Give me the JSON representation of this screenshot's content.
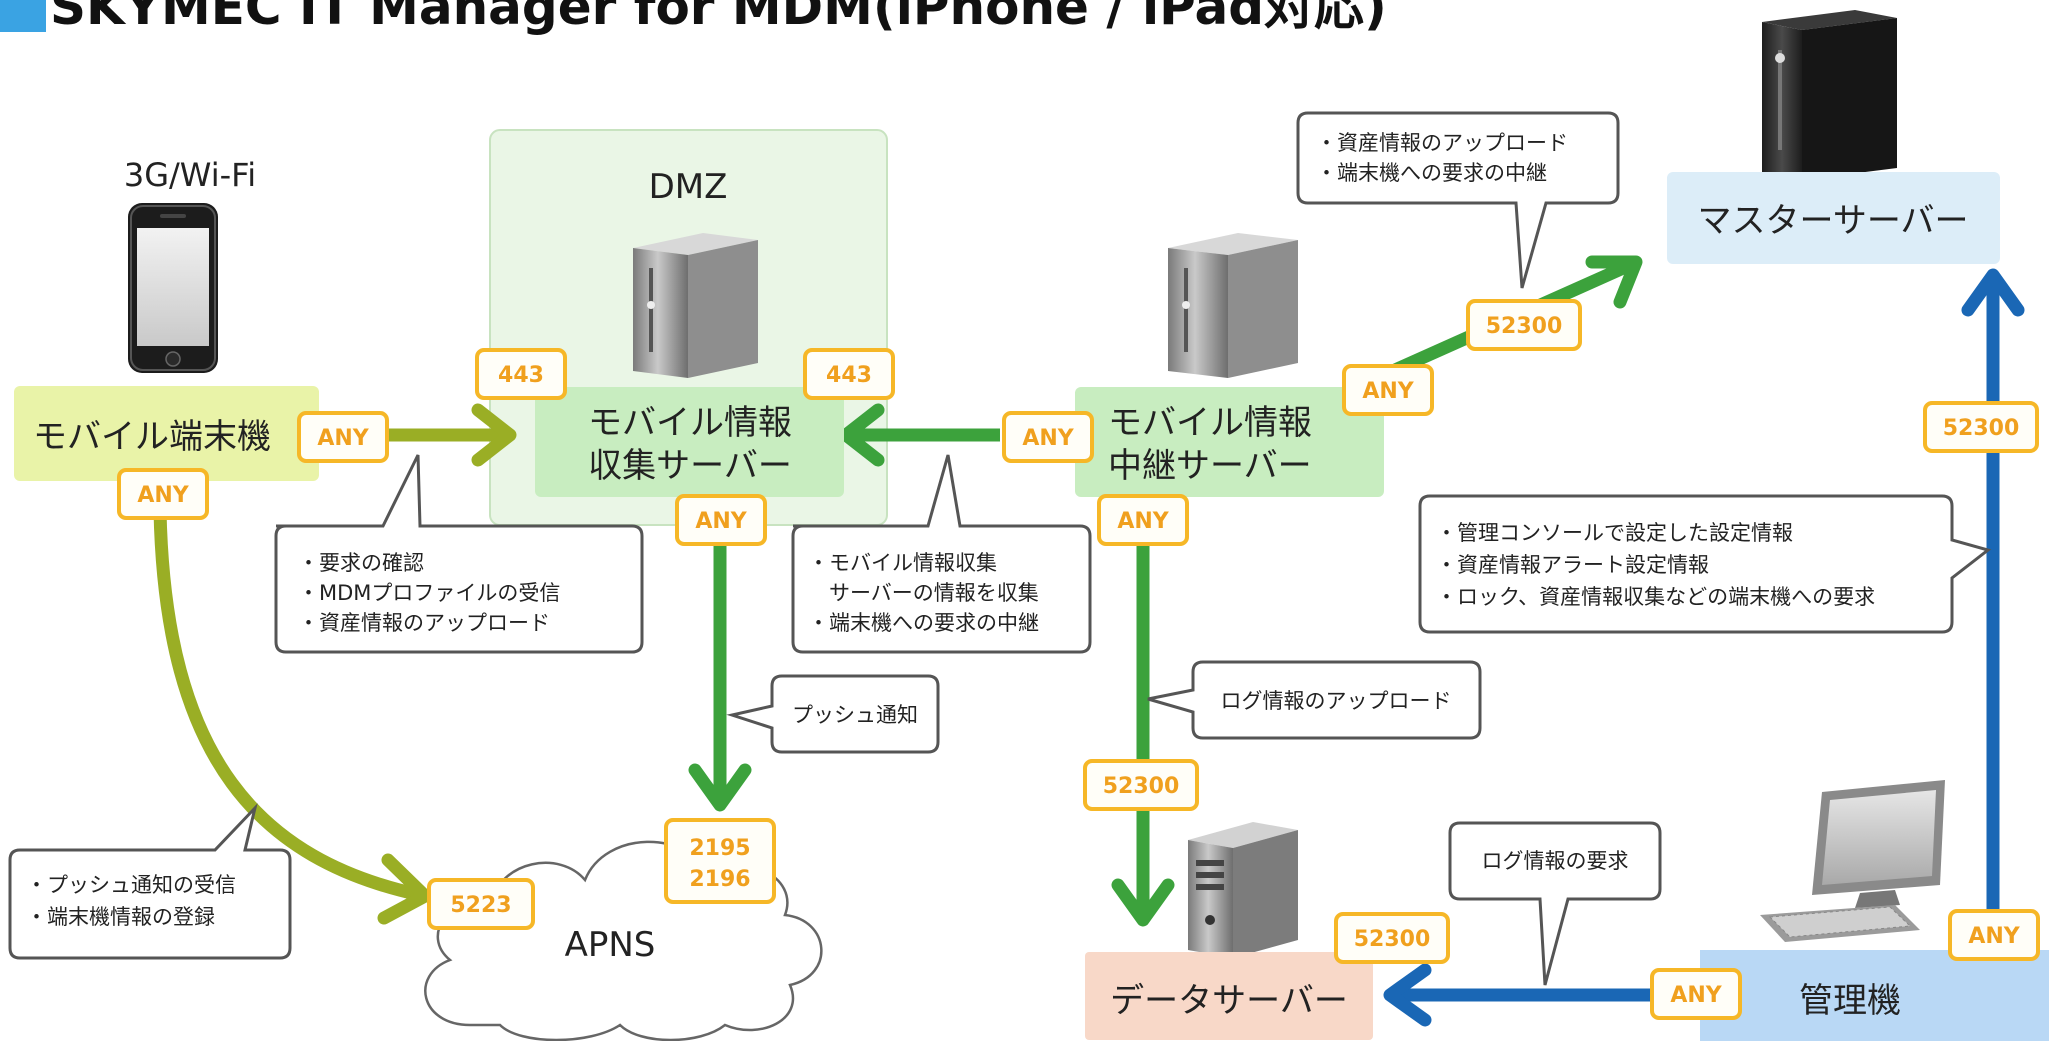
{
  "title": "SKYMEC IT Manager for MDM(iPhone / iPad対応)",
  "colors": {
    "title_square": "#3aa3e3",
    "olive_arrow": "#9aae25",
    "green_arrow": "#3ca23c",
    "blue_arrow": "#1a67b5",
    "port_border": "#f6b727",
    "port_text": "#f0a01e",
    "mobile_box": "#e9f3a8",
    "green_box": "#c8edc0",
    "dmz_bg": "#eaf6e6",
    "master_box": "#dcedf8",
    "data_box": "#f8d8c8",
    "admin_box": "#b9d8f5"
  },
  "nodes": {
    "network_label": "3G/Wi-Fi",
    "dmz_label": "DMZ",
    "mobile_terminal": "モバイル端末機",
    "collection_server": [
      "モバイル情報",
      "収集サーバー"
    ],
    "relay_server": [
      "モバイル情報",
      "中継サーバー"
    ],
    "master_server": "マスターサーバー",
    "apns": "APNS",
    "data_server": "データサーバー",
    "admin_pc": "管理機"
  },
  "ports": {
    "mobile_any_right": "ANY",
    "mobile_any_down": "ANY",
    "collect_443_left": "443",
    "collect_443_right": "443",
    "collect_any_down": "ANY",
    "relay_any_left": "ANY",
    "relay_any_up": "ANY",
    "relay_any_down": "ANY",
    "master_52300_diag": "52300",
    "master_52300_right": "52300",
    "apns_5223": "5223",
    "apns_2195": "2195",
    "apns_2196": "2196",
    "data_52300_left": "52300",
    "data_52300_right": "52300",
    "admin_any_left": "ANY",
    "admin_any_up": "ANY"
  },
  "callouts": {
    "mobile_collect": [
      "・要求の確認",
      "・MDMプロファイルの受信",
      "・資産情報のアップロード"
    ],
    "relay_collect": [
      "・モバイル情報収集",
      "　サーバーの情報を収集",
      "・端末機への要求の中継"
    ],
    "relay_master": [
      "・資産情報のアップロード",
      "・端末機への要求の中継"
    ],
    "push": [
      "プッシュ通知"
    ],
    "apns_mobile": [
      "・プッシュ通知の受信",
      "・端末機情報の登録"
    ],
    "log_upload": [
      "ログ情報のアップロード"
    ],
    "admin_master": [
      "・管理コンソールで設定した設定情報",
      "・資産情報アラート設定情報",
      "・ロック、資産情報収集などの端末機への要求"
    ],
    "log_request": [
      "ログ情報の要求"
    ]
  }
}
